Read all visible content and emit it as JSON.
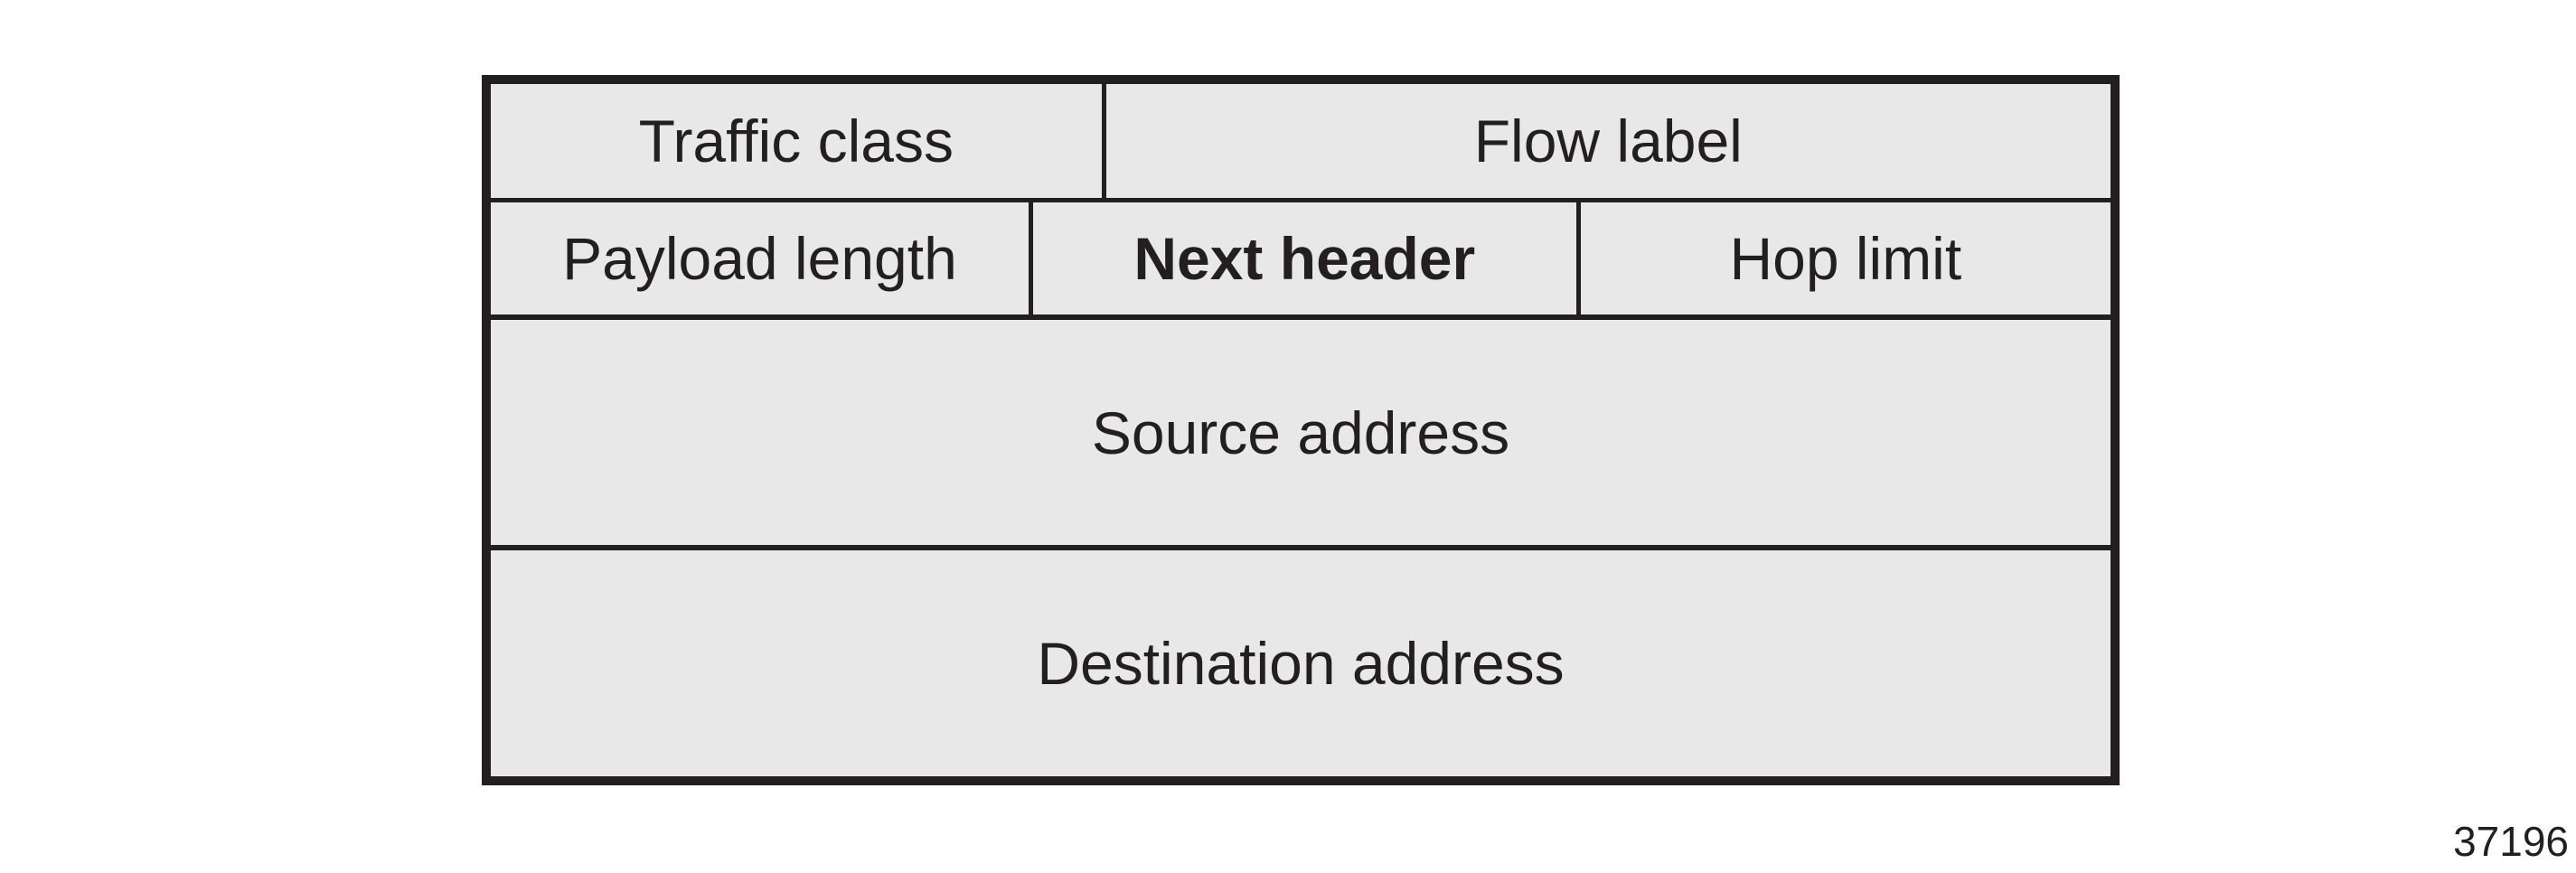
{
  "figure_number": "37196",
  "diagram": {
    "kind": "packet-header-field-layout",
    "colors": {
      "cell_fill": "#e8e8e9",
      "line": "#231f20",
      "text": "#231f20",
      "page_background": "#ffffff"
    },
    "rows": [
      {
        "cells": [
          {
            "label": "Traffic class",
            "emphasis": "normal"
          },
          {
            "label": "Flow label",
            "emphasis": "normal"
          }
        ]
      },
      {
        "cells": [
          {
            "label": "Payload length",
            "emphasis": "normal"
          },
          {
            "label": "Next header",
            "emphasis": "bold"
          },
          {
            "label": "Hop limit",
            "emphasis": "normal"
          }
        ]
      },
      {
        "cells": [
          {
            "label": "Source address",
            "emphasis": "normal"
          }
        ]
      },
      {
        "cells": [
          {
            "label": "Destination address",
            "emphasis": "normal"
          }
        ]
      }
    ]
  }
}
